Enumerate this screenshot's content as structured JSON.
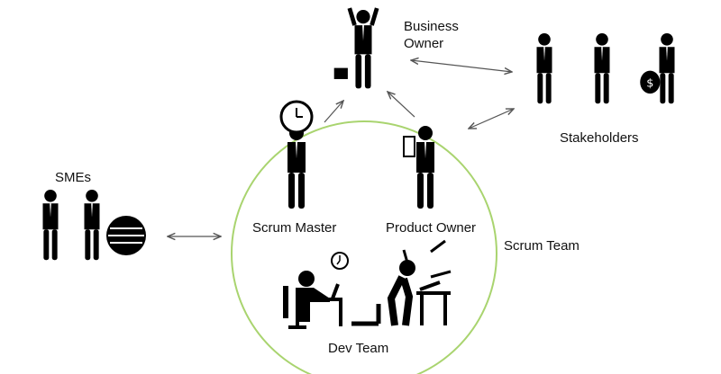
{
  "labels": {
    "business_owner_line1": "Business",
    "business_owner_line2": "Owner",
    "stakeholders": "Stakeholders",
    "smes": "SMEs",
    "scrum_master": "Scrum Master",
    "product_owner": "Product Owner",
    "scrum_team": "Scrum Team",
    "dev_team": "Dev Team"
  },
  "colors": {
    "circle": "#a9d46f",
    "arrow": "#555555",
    "figure": "#000000"
  }
}
